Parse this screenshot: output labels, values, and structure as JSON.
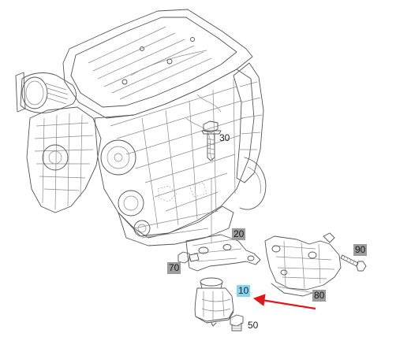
{
  "diagram": {
    "parts": [
      {
        "id": "p30",
        "label": "30",
        "style": "plain"
      },
      {
        "id": "p20",
        "label": "20",
        "style": "boxed"
      },
      {
        "id": "p70",
        "label": "70",
        "style": "boxed"
      },
      {
        "id": "p90",
        "label": "90",
        "style": "boxed"
      },
      {
        "id": "p80",
        "label": "80",
        "style": "boxed"
      },
      {
        "id": "p10",
        "label": "10",
        "style": "selected"
      },
      {
        "id": "p50",
        "label": "50",
        "style": "plain"
      }
    ],
    "colors": {
      "line": "#555555",
      "boxed_label_bg": "#9c9c9c",
      "selected_label_bg": "#8fd0ea",
      "pointer_arrow": "#e01818"
    },
    "selected_part": "10"
  }
}
